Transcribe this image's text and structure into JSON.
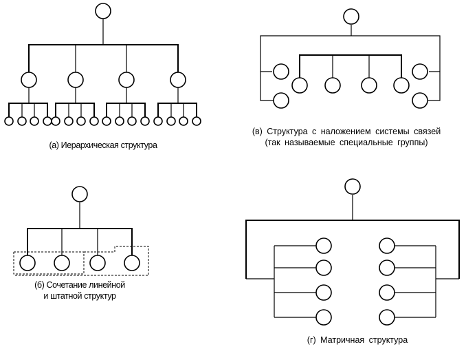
{
  "captions": {
    "a": "(а) Иерархическая структура",
    "b": "(б) Сочетание линейной\nи штатной структур",
    "v": "(в) Структура с наложением системы связей\n(так называемые специальные группы)",
    "g": "(г) Матричная структура"
  }
}
